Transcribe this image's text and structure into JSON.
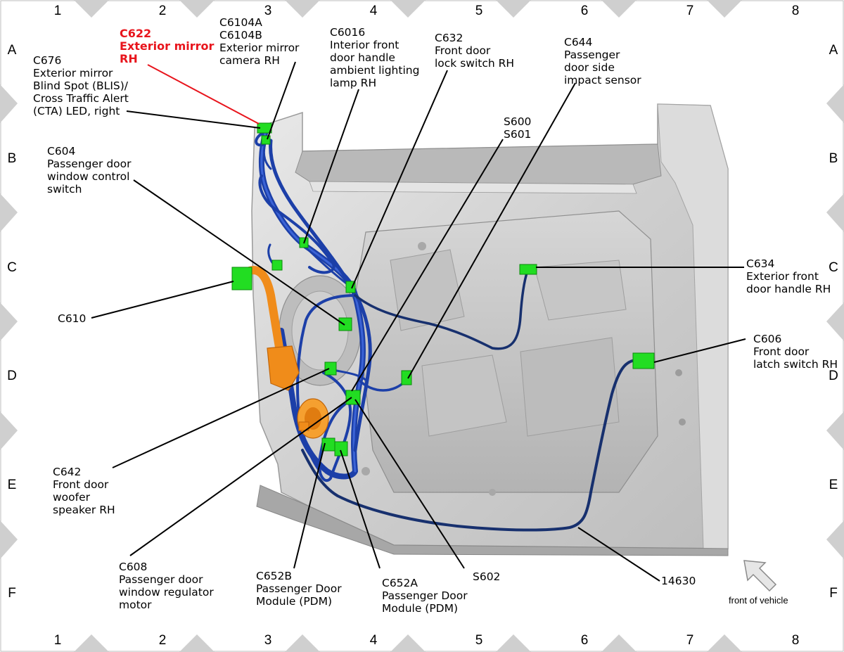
{
  "grid": {
    "columns": [
      "1",
      "2",
      "3",
      "4",
      "5",
      "6",
      "7",
      "8"
    ],
    "rows": [
      "A",
      "B",
      "C",
      "D",
      "E",
      "F"
    ]
  },
  "callouts": {
    "c622": {
      "lines": [
        "C622",
        "Exterior mirror",
        "RH"
      ]
    },
    "c6104": {
      "lines": [
        "C6104A",
        "C6104B",
        "Exterior mirror",
        "camera RH"
      ]
    },
    "c676": {
      "lines": [
        "C676",
        "Exterior mirror",
        "Blind Spot (BLIS)/",
        "Cross Traffic Alert",
        "(CTA) LED, right"
      ]
    },
    "c6016": {
      "lines": [
        "C6016",
        "Interior front",
        "door handle",
        "ambient lighting",
        "lamp RH"
      ]
    },
    "c632": {
      "lines": [
        "C632",
        "Front door",
        "lock switch RH"
      ]
    },
    "c644": {
      "lines": [
        "C644",
        "Passenger",
        "door side",
        "impact sensor"
      ]
    },
    "s600": {
      "lines": [
        "S600",
        "S601"
      ]
    },
    "c604": {
      "lines": [
        "C604",
        "Passenger door",
        "window control",
        "switch"
      ]
    },
    "c634": {
      "lines": [
        "C634",
        "Exterior front",
        "door handle RH"
      ]
    },
    "c610": {
      "lines": [
        "C610"
      ]
    },
    "c606": {
      "lines": [
        "C606",
        "Front door",
        "latch switch RH"
      ]
    },
    "c642": {
      "lines": [
        "C642",
        "Front door",
        "woofer",
        "speaker RH"
      ]
    },
    "c608": {
      "lines": [
        "C608",
        "Passenger door",
        "window regulator",
        "motor"
      ]
    },
    "c652b": {
      "lines": [
        "C652B",
        "Passenger Door",
        "Module (PDM)"
      ]
    },
    "c652a": {
      "lines": [
        "C652A",
        "Passenger Door",
        "Module (PDM)"
      ]
    },
    "s602": {
      "lines": [
        "S602"
      ]
    },
    "n14630": {
      "lines": [
        "14630"
      ]
    }
  },
  "orientation": {
    "label": "front of vehicle",
    "icon": "arrow-up-left-icon"
  },
  "colors": {
    "highlight": "#e8141c",
    "connector": "#22dd22",
    "harness": "#1c3fa8",
    "harness_dark": "#17306e",
    "motor": "#f08c1a",
    "door_panel": "#c9c9c9",
    "frame_triangle": "#cfcfcf"
  }
}
